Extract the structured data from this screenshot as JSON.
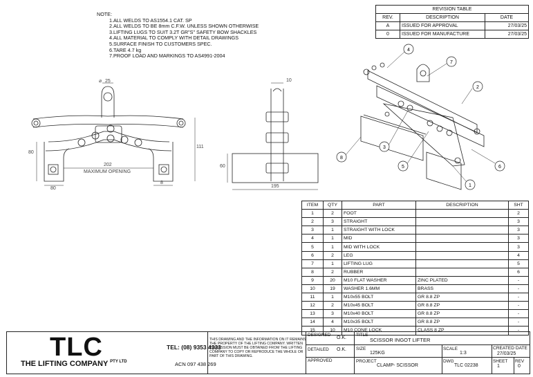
{
  "notes": {
    "heading": "NOTE:",
    "items": [
      "1.ALL WELDS TO AS1554.1 CAT. SP",
      "2.ALL WELDS TO BE 8mm C.F.W. UNLESS SHOWN OTHERWISE",
      "3.LIFTING LUGS TO SUIT 3.2T GR\"S\" SAFETY BOW SHACKLES",
      "4.ALL MATERIAL TO COMPLY WITH DETAIL DRAWINGS",
      "5.SURFACE FINISH TO CUSTOMERS SPEC.",
      "6.TARE 4.7 kg",
      "7.PROOF LOAD AND MARKINGS TO AS4991-2004"
    ]
  },
  "revision_table": {
    "title": "REVISION TABLE",
    "headers": [
      "REV.",
      "DESCRIPTION",
      "DATE"
    ],
    "rows": [
      [
        "A",
        "ISSUED FOR APPROVAL",
        "27/03/25"
      ],
      [
        "0",
        "ISSUED FOR MANUFACTURE",
        "27/03/25"
      ]
    ]
  },
  "dimensions": {
    "diameter": "25",
    "height_left": "80",
    "height_total": "111",
    "opening": "202",
    "opening_label": "MAXIMUM OPENING",
    "foot_width": "80",
    "foot_gap": "8",
    "side_thickness": "10",
    "side_height": "60",
    "side_width": "195"
  },
  "balloons": [
    "4",
    "7",
    "2",
    "3",
    "5",
    "6",
    "8",
    "1"
  ],
  "parts_table": {
    "headers": [
      "ITEM",
      "QTY",
      "PART",
      "DESCRIPTION",
      "SHT"
    ],
    "rows": [
      [
        "1",
        "2",
        "FOOT",
        "",
        "2"
      ],
      [
        "2",
        "3",
        "STRAIGHT",
        "",
        "3"
      ],
      [
        "3",
        "1",
        "STRAIGHT WITH LOCK",
        "",
        "3"
      ],
      [
        "4",
        "1",
        "MID",
        "",
        "3"
      ],
      [
        "5",
        "1",
        "MID WITH LOCK",
        "",
        "3"
      ],
      [
        "6",
        "2",
        "LEG",
        "",
        "4"
      ],
      [
        "7",
        "1",
        "LIFTING LUG",
        "",
        "5"
      ],
      [
        "8",
        "2",
        "RUBBER",
        "",
        "6"
      ],
      [
        "9",
        "20",
        "M10 FLAT WASHER",
        "ZINC PLATED",
        "-"
      ],
      [
        "10",
        "19",
        "WASHER 1.6MM",
        "BRASS",
        "-"
      ],
      [
        "11",
        "1",
        "M10x55 BOLT",
        "GR 8.8 ZP",
        "-"
      ],
      [
        "12",
        "2",
        "M10x45 BOLT",
        "GR 8.8 ZP",
        "-"
      ],
      [
        "13",
        "3",
        "M10x40 BOLT",
        "GR 8.8 ZP",
        "-"
      ],
      [
        "14",
        "4",
        "M10x35 BOLT",
        "GR 8.8 ZP",
        "-"
      ],
      [
        "15",
        "10",
        "M10 CONE LOCK",
        "CLASS 8 ZP",
        "-"
      ]
    ]
  },
  "title_block": {
    "logo": "TLC",
    "company": "THE LIFTING COMPANY",
    "pty": "PTY LTD",
    "tel": "TEL: (08) 9353 4333",
    "acn": "ACN 097 438 269",
    "disclaimer": "THIS DRAWING AND THE INFORMATION ON IT REMAINS THE PROPERTY OF THE LIFTING COMPANY. WRITTEN PERMISSION MUST BE OBTAINED FROM THE LIFTING COMPANY TO COPY OR REPRODUCE THE WHOLE OR PART OF THIS DRAWING.",
    "designed_label": "DESIGNED",
    "designed_val": "O.K.",
    "detailed_label": "DETAILED",
    "detailed_val": "O.K.",
    "approved_label": "APPROVED",
    "title_label": "TITLE",
    "title_val": "SCISSOR INGOT LIFTER",
    "size_label": "SIZE",
    "size_val": "125KG",
    "scale_label": "SCALE",
    "scale_val": "1:3",
    "created_label": "CREATED DATE",
    "created_val": "27/03/25",
    "project_label": "PROJECT",
    "project_val": "CLAMP- SCISSOR",
    "dwg_label": "DWG",
    "dwg_val": "TLC 02238",
    "sheet_label": "SHEET",
    "sheet_val": "1",
    "rev_label": "REV",
    "rev_val": "0"
  }
}
